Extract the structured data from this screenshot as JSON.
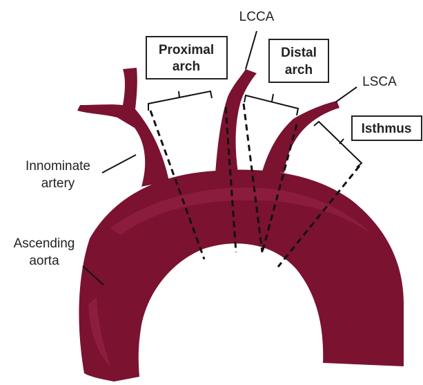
{
  "labels": {
    "proximal_line1": "Proximal",
    "proximal_line2": "arch",
    "distal_line1": "Distal",
    "distal_line2": "arch",
    "isthmus": "Isthmus",
    "lcca": "LCCA",
    "lsca": "LSCA",
    "innominate_line1": "Innominate",
    "innominate_line2": "artery",
    "ascending_line1": "Ascending",
    "ascending_line2": "aorta"
  },
  "colors": {
    "vessel": "#7a1230",
    "vessel_highlight": "#9a2448",
    "vessel_shadow": "#5c0a22",
    "line": "#111111",
    "box_border": "#222222"
  }
}
